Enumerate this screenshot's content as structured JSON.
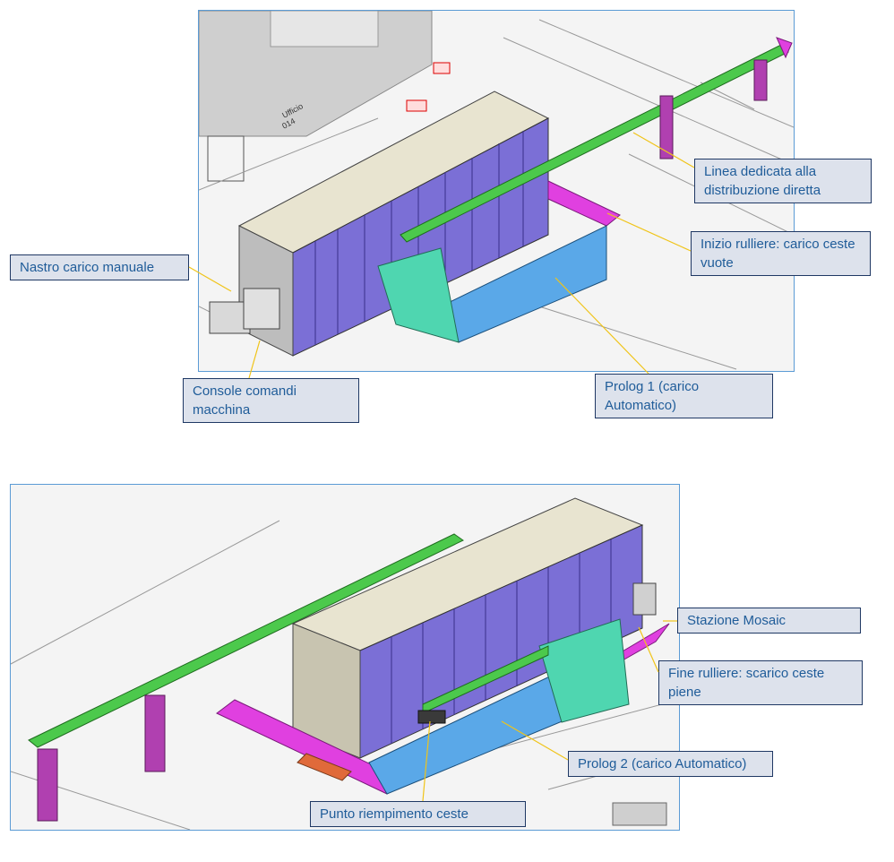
{
  "top_panel": {
    "floor_text": {
      "room_name": "Ufficio",
      "room_number": "014"
    },
    "callouts": {
      "linea_dedicata": "Linea dedicata alla distribuzione diretta",
      "inizio_rulliere": "Inizio rulliere: carico ceste vuote",
      "nastro_carico": "Nastro carico manuale",
      "console_comandi": "Console comandi macchina",
      "prolog_1": "Prolog 1 (carico Automatico)"
    }
  },
  "bottom_panel": {
    "callouts": {
      "stazione_mosaic": "Stazione Mosaic",
      "fine_rulliere": "Fine rulliere: scarico ceste piene",
      "prolog_2": "Prolog 2 (carico Automatico)",
      "punto_riempimento": "Punto riempimento ceste"
    }
  },
  "colors": {
    "frame_border": "#5b9bd5",
    "callout_fill": "#dde2ec",
    "callout_border": "#1f3864",
    "callout_text": "#1f5c99",
    "leader_line": "#f0c419",
    "machine_purple": "#7b6fd6",
    "machine_top": "#e8e4d0",
    "conveyor_green": "#4cc94c",
    "conveyor_magenta": "#e040e0",
    "prolog_teal": "#4fd6b0",
    "prolog_blue": "#4a90d9"
  }
}
